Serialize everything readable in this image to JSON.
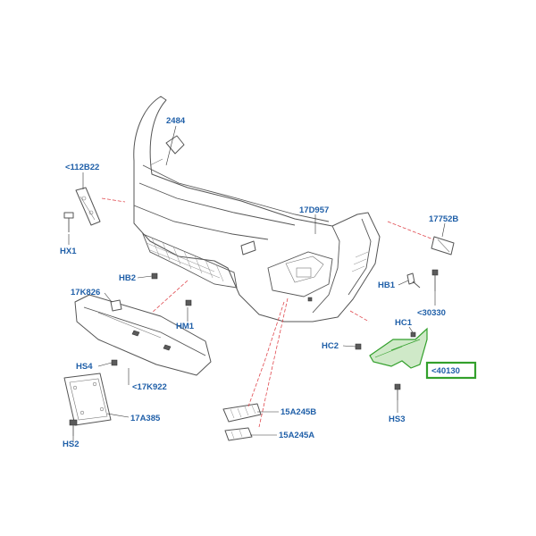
{
  "callouts": {
    "c2484": "2484",
    "c112b22": "<112B22",
    "chx1": "HX1",
    "c17d957": "17D957",
    "c17752b": "17752B",
    "chb2": "HB2",
    "chb1": "HB1",
    "c17k826": "17K826",
    "chm1": "HM1",
    "c30330": "<30330",
    "chc1": "HC1",
    "chc2": "HC2",
    "c40130": "<40130",
    "chs4": "HS4",
    "c17k922": "<17K922",
    "c17a385": "17A385",
    "chs2": "HS2",
    "c15a245b": "15A245B",
    "c15a245a": "15A245A",
    "chs3": "HS3"
  },
  "colors": {
    "callout_text": "#1f5fa8",
    "highlight_green": "#33a02c",
    "leader_red": "#e0484e"
  }
}
